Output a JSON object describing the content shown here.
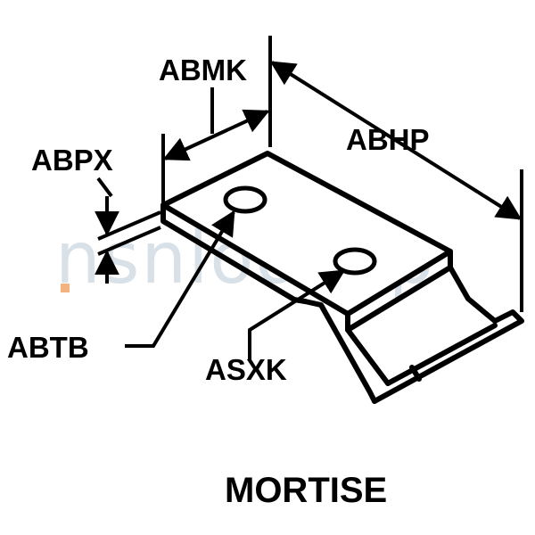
{
  "diagram": {
    "title": "MORTISE",
    "watermark": "nsnlookup",
    "labels": {
      "abmk": "ABMK",
      "abhp": "ABHP",
      "abpx": "ABPX",
      "abtb": "ABTB",
      "asxk": "ASXK"
    }
  }
}
